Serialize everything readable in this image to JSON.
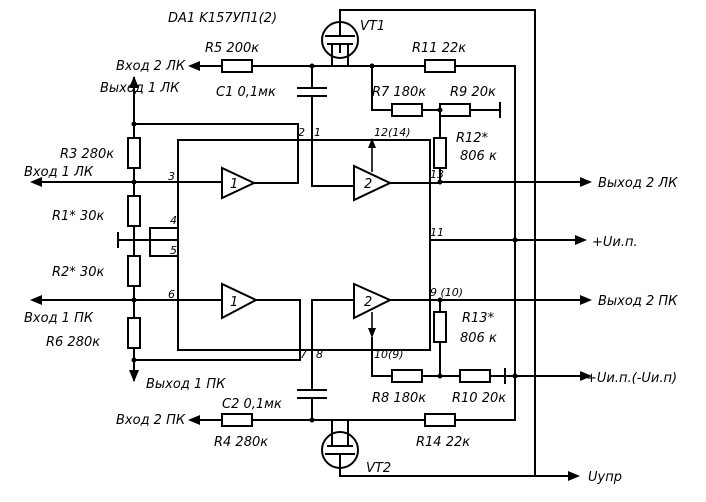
{
  "chip_label": "DA1  K157УП1(2)",
  "transistors": {
    "vt1": "VT1",
    "vt2": "VT2"
  },
  "amplifiers": [
    "1",
    "2",
    "1",
    "2"
  ],
  "resistors": {
    "r1": "R1* 30к",
    "r2": "R2* 30к",
    "r3": "R3 280к",
    "r4": "R4 280к",
    "r5": "R5 200к",
    "r6": "R6 280к",
    "r7": "R7 180к",
    "r8": "R8 180к",
    "r9": "R9 20к",
    "r10": "R10 20к",
    "r11": "R11 22к",
    "r12": "R12*",
    "r12_value": "806 к",
    "r13": "R13*",
    "r13_value": "806 к",
    "r14": "R14 22к"
  },
  "capacitors": {
    "c1": "C1 0,1мк",
    "c2": "C2 0,1мк"
  },
  "pins": {
    "p1": "1",
    "p2": "2",
    "p3": "3",
    "p4": "4",
    "p5": "5",
    "p6": "6",
    "p7": "7",
    "p8": "8",
    "p9": "9 (10)",
    "p10": "10(9)",
    "p11": "11",
    "p12": "12(14)",
    "p13": "13"
  },
  "ports": {
    "in2lk": "Вход 2 ЛК",
    "out1lk": "Выход 1 ЛК",
    "in1lk": "Вход 1 ЛК",
    "in1pk": "Вход 1 ПК",
    "out1pk": "Выход 1 ПК",
    "in2pk": "Вход 2 ПК",
    "out2lk": "Выход 2 ЛК",
    "out2pk": "Выход 2 ПК",
    "vplus": "+Uи.п.",
    "vpm": "+Uи.п.(-Uи.п)",
    "vctl": "Uупр"
  }
}
